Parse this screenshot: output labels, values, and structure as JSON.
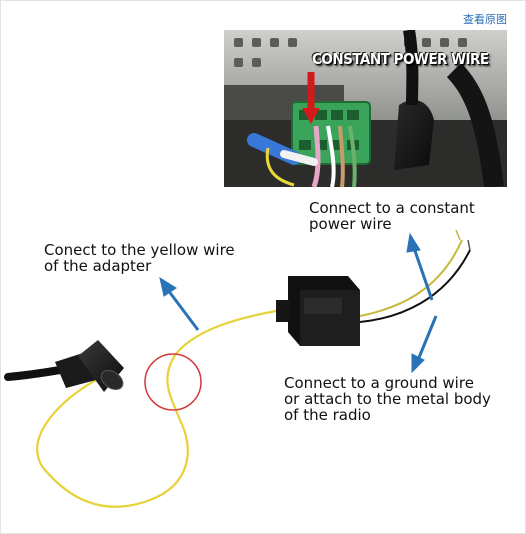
{
  "header": {
    "view_original_label": "查看原图"
  },
  "photo": {
    "label": "CONSTANT POWER WIRE"
  },
  "annotations": {
    "yellow_wire": "Conect to the yellow wire\nof the adapter",
    "constant_wire": "Connect to a constant\npower wire",
    "ground_wire": "Connect to a ground wire\nor attach to the metal body\nof the radio"
  },
  "colors": {
    "arrow_blue": "#2a72b8",
    "yellow_wire": "#e8d23a",
    "highlight_circle": "#d23a3a",
    "photo_arrow_red": "#d11a1a"
  }
}
